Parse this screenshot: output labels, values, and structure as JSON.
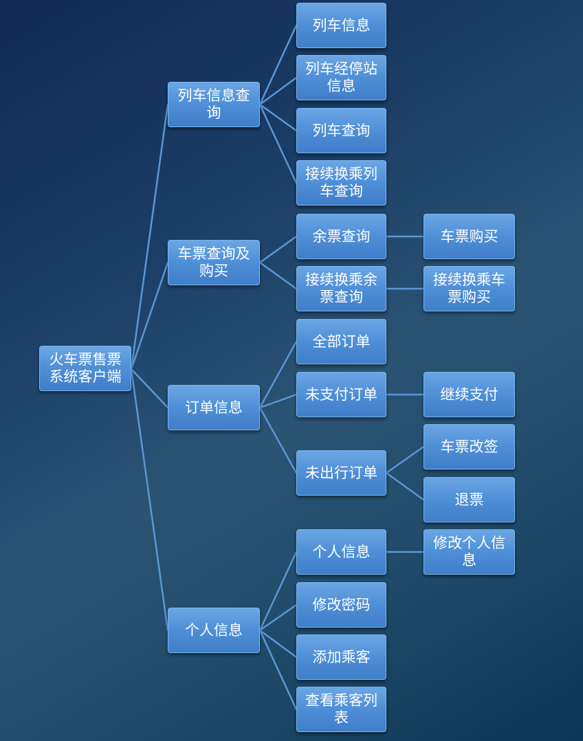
{
  "diagram": {
    "root": "火车票售票系统客户端",
    "branches": [
      {
        "label": "列车信息查询",
        "children": [
          {
            "label": "列车信息"
          },
          {
            "label": "列车经停站信息"
          },
          {
            "label": "列车查询"
          },
          {
            "label": "接续换乘列车查询"
          }
        ]
      },
      {
        "label": "车票查询及购买",
        "children": [
          {
            "label": "余票查询",
            "children": [
              "车票购买"
            ]
          },
          {
            "label": "接续换乘余票查询",
            "children": [
              "接续换乘车票购买"
            ]
          }
        ]
      },
      {
        "label": "订单信息",
        "children": [
          {
            "label": "全部订单"
          },
          {
            "label": "未支付订单",
            "children": [
              "继续支付"
            ]
          },
          {
            "label": "未出行订单",
            "children": [
              "车票改签",
              "退票"
            ]
          }
        ]
      },
      {
        "label": "个人信息",
        "children": [
          {
            "label": "个人信息",
            "children": [
              "修改个人信息"
            ]
          },
          {
            "label": "修改密码"
          },
          {
            "label": "添加乘客"
          },
          {
            "label": "查看乘客列表"
          }
        ]
      }
    ]
  }
}
